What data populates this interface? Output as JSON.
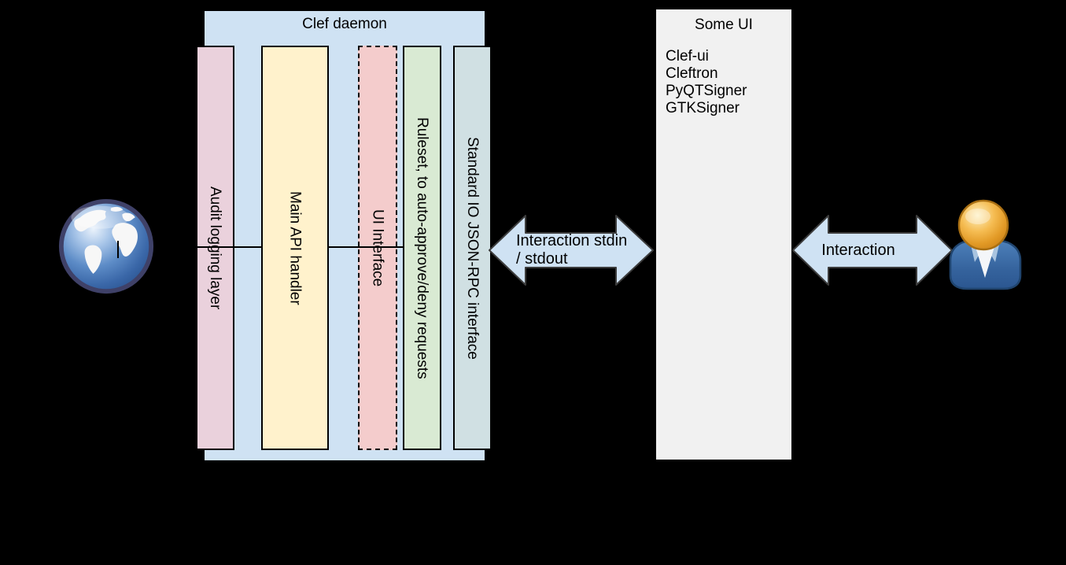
{
  "diagram": {
    "background_color": "#000000",
    "internet": {
      "icon": "globe-icon"
    },
    "user": {
      "icon": "person-icon"
    },
    "clef_daemon": {
      "title": "Clef daemon",
      "fill_color": "#cfe2f3",
      "layers": [
        {
          "label": "Audit logging layer",
          "fill_color": "#ead1dc",
          "border_style": "solid"
        },
        {
          "label": "Main API handler",
          "fill_color": "#fff2cc",
          "border_style": "solid"
        },
        {
          "label": "UI Interface",
          "fill_color": "#f4cccc",
          "border_style": "dashed"
        },
        {
          "label": "Ruleset, to auto-approve/deny requests",
          "fill_color": "#d9ead3",
          "border_style": "solid"
        },
        {
          "label": "Standard IO JSON-RPC interface",
          "fill_color": "#d0e0e3",
          "border_style": "solid"
        }
      ]
    },
    "some_ui": {
      "title": "Some UI",
      "fill_color": "#f1f1f1",
      "items": [
        "Clef-ui",
        "Cleftron",
        "PyQTSigner",
        "GTKSigner"
      ]
    },
    "arrows": {
      "stdio": {
        "line1": "Interaction stdin",
        "line2": "/ stdout",
        "fill_color": "#cfe2f3"
      },
      "user": {
        "label": "Interaction",
        "fill_color": "#cfe2f3"
      }
    }
  }
}
